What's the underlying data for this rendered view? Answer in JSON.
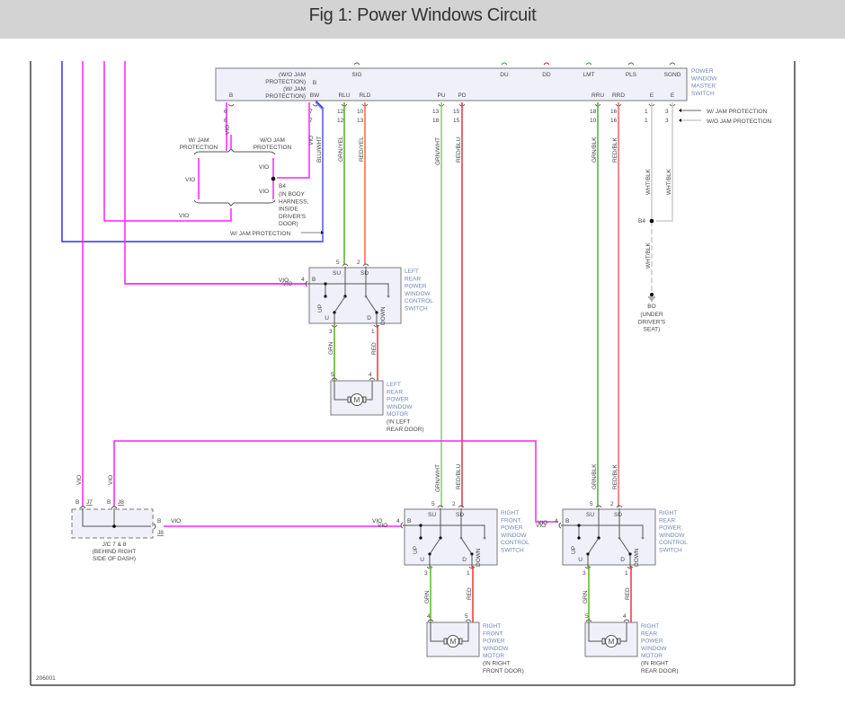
{
  "header": {
    "title": "Fig 1: Power Windows Circuit"
  },
  "figure_id": "206001",
  "colors": {
    "vio": "#ff22ff",
    "blu_wht": "#5555ee",
    "grn": "#66bb33",
    "red": "#ee3333",
    "red_yel": "#ff6633",
    "grn_wht": "#88cc66",
    "red_blu": "#dd3344",
    "grn_blk": "#55aa44",
    "red_blk": "#ee6666",
    "wht_blk": "#cccccc",
    "component_label": "#6f86b5",
    "box_fill": "#f0f0fa"
  },
  "master_switch": {
    "name": [
      "POWER",
      "WINDOW",
      "MASTER",
      "SWITCH"
    ],
    "top_pins": [
      "SIG",
      "DU",
      "DD",
      "LMT",
      "PLS",
      "SGND"
    ],
    "bottom_pins": [
      "B",
      "B",
      "BW",
      "RLU",
      "RLD",
      "PU",
      "PD",
      "RRU",
      "RRD",
      "E",
      "E"
    ],
    "wo_jam_label": [
      "(W/O JAM",
      "PROTECTION)"
    ],
    "w_jam_label": [
      "(W/ JAM",
      "PROTECTION)"
    ],
    "pin_numbers": {
      "B": [
        "6",
        "6"
      ],
      "BW": [
        "7",
        "7"
      ],
      "RLU": [
        "12",
        "12"
      ],
      "RLD": [
        "10",
        "13"
      ],
      "PU": [
        "13",
        "18"
      ],
      "PD": [
        "15",
        "15"
      ],
      "RRU": [
        "18",
        "10"
      ],
      "RRD": [
        "16",
        "16"
      ],
      "E1": [
        "1",
        "1"
      ],
      "E2": [
        "3",
        "3"
      ]
    },
    "legend": [
      "W/ JAM PROTECTION",
      "W/O JAM PROTECTION"
    ]
  },
  "wires": {
    "vio": "VIO",
    "blu_wht": "BLU/WHT",
    "grn_yel": "GRN/YEL",
    "red_yel": "RED/YEL",
    "grn_wht": "GRN/WHT",
    "red_blu": "RED/BLU",
    "grn_blk": "GRN/BLK",
    "red_blk": "RED/BLK",
    "wht_blk": "WHT/BLK",
    "grn": "GRN",
    "red": "RED"
  },
  "splice_b4": {
    "id": "B4",
    "desc": [
      "(IN BODY",
      "HARNESS,",
      "INSIDE",
      "DRIVER'S",
      "DOOR)"
    ],
    "w_jam": [
      "W/ JAM",
      "PROTECTION"
    ],
    "wo_jam": [
      "W/O JAM",
      "PROTECTION"
    ],
    "w_jam_arrow": "W/ JAM PROTECTION"
  },
  "ground": {
    "splice": "B4",
    "id": "BO",
    "desc": [
      "(UNDER",
      "DRIVER'S",
      "SEAT)"
    ]
  },
  "left_rear_switch": {
    "name": [
      "LEFT",
      "REAR",
      "POWER",
      "WINDOW",
      "CONTROL",
      "SWITCH"
    ],
    "pins": {
      "su": "5",
      "sd": "2",
      "b": "4",
      "u": "3",
      "d": "1"
    },
    "labels": {
      "su": "SU",
      "sd": "SD",
      "b": "B",
      "u": "U",
      "d": "D",
      "up": "UP",
      "down": "DOWN"
    }
  },
  "left_rear_motor": {
    "name": [
      "LEFT",
      "REAR",
      "POWER",
      "WINDOW",
      "MOTOR",
      "(IN LEFT",
      "REAR DOOR)"
    ],
    "pins": [
      "5",
      "4"
    ],
    "symbol": "M"
  },
  "right_front_switch": {
    "name": [
      "RIGHT",
      "FRONT",
      "POWER",
      "WINDOW",
      "CONTROL",
      "SWITCH"
    ],
    "pins": {
      "su": "5",
      "sd": "2",
      "b": "4",
      "u": "3",
      "d": "1"
    }
  },
  "right_front_motor": {
    "name": [
      "RIGHT",
      "FRONT",
      "POWER",
      "WINDOW",
      "MOTOR",
      "(IN RIGHT",
      "FRONT DOOR)"
    ],
    "pins": [
      "4",
      "5"
    ],
    "symbol": "M"
  },
  "right_rear_switch": {
    "name": [
      "RIGHT",
      "REAR",
      "POWER",
      "WINDOW",
      "CONTROL",
      "SWITCH"
    ],
    "pins": {
      "su": "5",
      "sd": "2",
      "b": "4",
      "u": "3",
      "d": "1"
    }
  },
  "right_rear_motor": {
    "name": [
      "RIGHT",
      "REAR",
      "POWER",
      "WINDOW",
      "MOTOR",
      "(IN RIGHT",
      "REAR DOOR)"
    ],
    "pins": [
      "5",
      "4"
    ],
    "symbol": "M"
  },
  "junction": {
    "name": [
      "J/C 7 & 8",
      "(BEHIND RIGHT",
      "SIDE OF DASH)"
    ],
    "pins": {
      "j7": "J7",
      "j8": "J8",
      "b": "B",
      "j8_out": "J8"
    }
  }
}
